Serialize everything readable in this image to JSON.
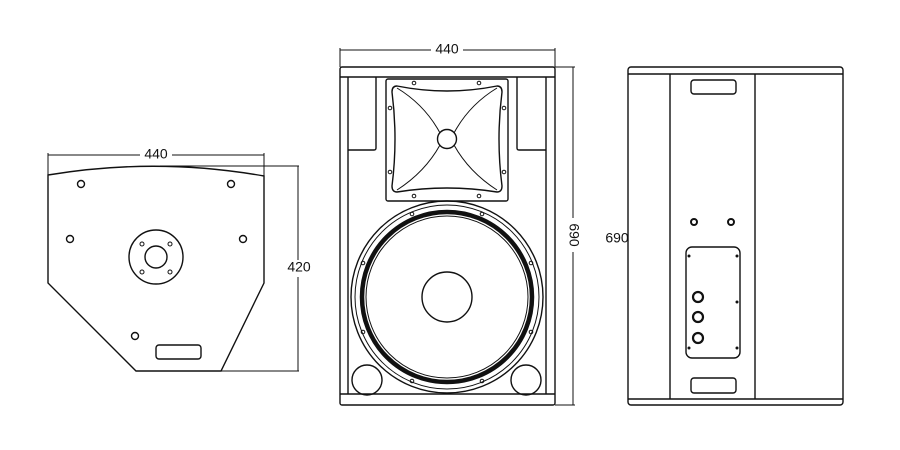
{
  "title": "Speaker cabinet dimension drawing",
  "views": {
    "top": {
      "width_label": "440",
      "depth_label": "420"
    },
    "front": {
      "width_label": "440",
      "height_label": "690"
    },
    "rear": {
      "height_label": "690"
    }
  },
  "colors": {
    "line": "#111111",
    "background": "#ffffff"
  }
}
